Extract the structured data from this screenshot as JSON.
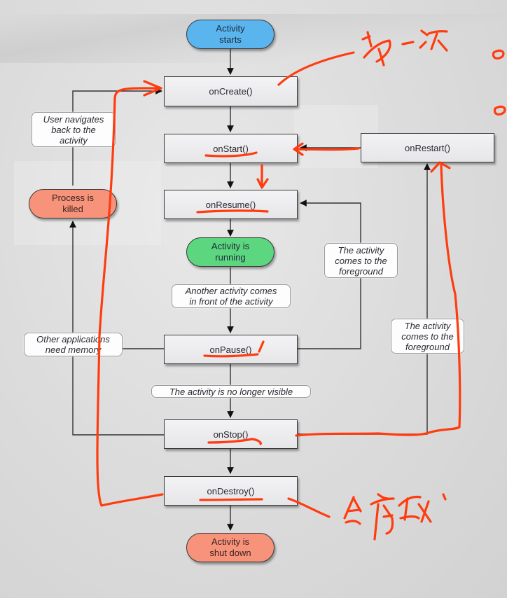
{
  "diagram": {
    "title": "Android Activity Lifecycle",
    "states": {
      "start": "Activity\nstarts",
      "running": "Activity is\nrunning",
      "killed": "Process is\nkilled",
      "shutdown": "Activity is\nshut down"
    },
    "callbacks": {
      "onCreate": "onCreate()",
      "onStart": "onStart()",
      "onRestart": "onRestart()",
      "onResume": "onResume()",
      "onPause": "onPause()",
      "onStop": "onStop()",
      "onDestroy": "onDestroy()"
    },
    "notes": {
      "user_navigates_back": "User navigates\nback to the\nactivity",
      "foreground_resume": "The activity\ncomes to the\nforeground",
      "another_activity": "Another activity comes\nin front of the activity",
      "other_apps_memory": "Other applications\nneed memory",
      "no_longer_visible": "The activity is no longer visible",
      "foreground_restart": "The activity\ncomes to the\nforeground"
    },
    "colors": {
      "start": "#5ab4ee",
      "running": "#5cd67f",
      "end": "#f7937a",
      "annotation_ink": "#ff3c0f"
    }
  },
  "annotations": {
    "handwritten_first_time": "第一次",
    "handwritten_destroy": "会销毁"
  }
}
